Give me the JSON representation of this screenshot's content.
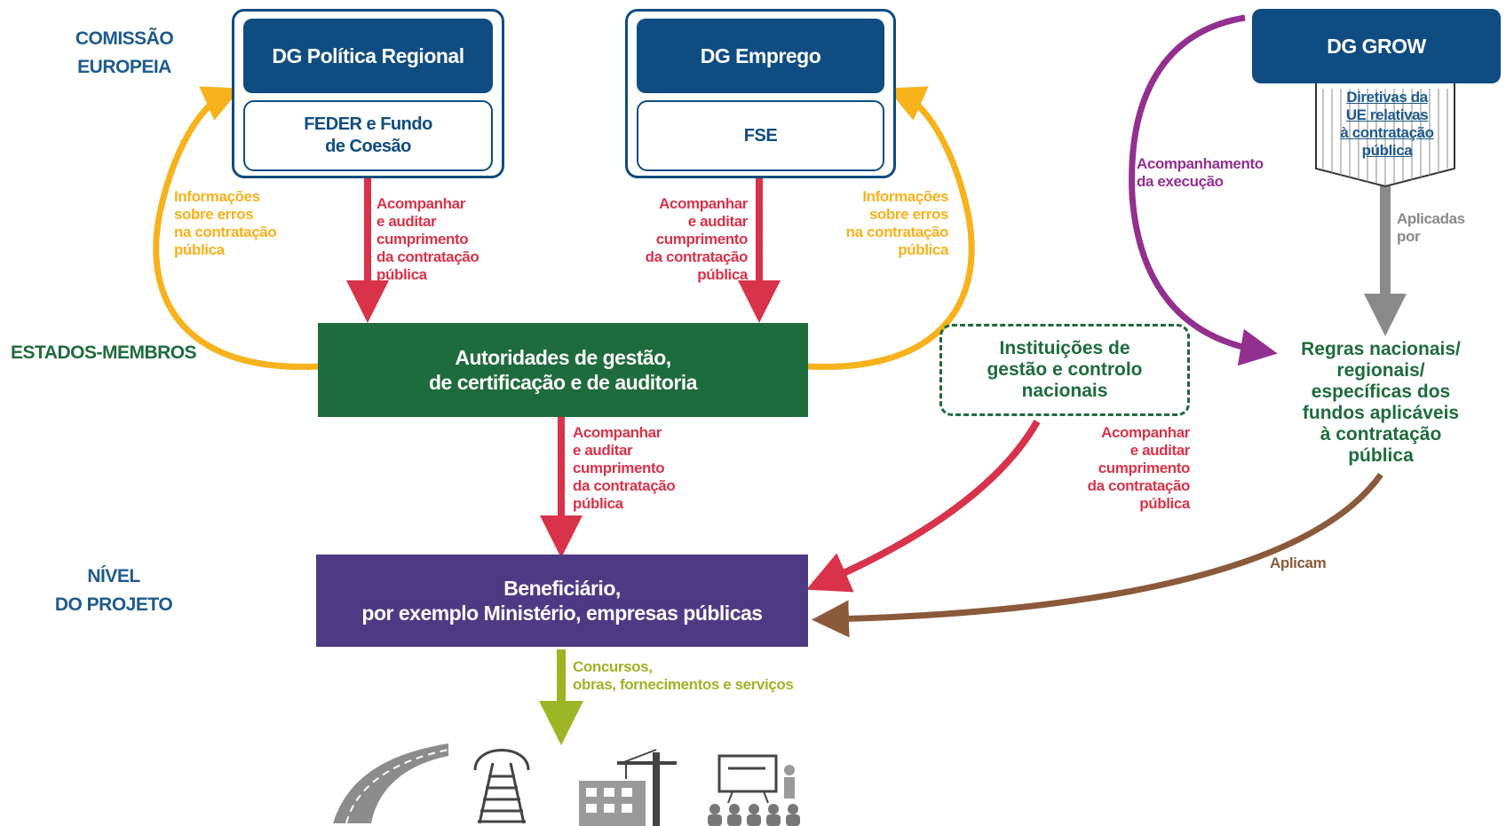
{
  "levels": {
    "commission": "COMISSÃO\nEUROPEIA",
    "member_states": "ESTADOS-MEMBROS",
    "project": "NÍVEL\nDO PROJETO"
  },
  "dg_regio": {
    "title": "DG Política Regional",
    "fund": "FEDER e Fundo\nde Coesão"
  },
  "dg_empl": {
    "title": "DG Emprego",
    "fund": "FSE"
  },
  "dg_grow": {
    "title": "DG GROW",
    "directives": "Diretivas da\nUE relativas\nà contratação\npública"
  },
  "authorities": "Autoridades de gestão,\nde certificação e de auditoria",
  "national_institutions": "Instituições de\ngestão e controlo\nnacionais",
  "national_rules": "Regras nacionais/\nregionais/\nespecíficas dos\nfundos aplicáveis\nà contratação\npública",
  "beneficiary": "Beneficiário,\npor exemplo Ministério, empresas públicas",
  "labels": {
    "info_errors_left": "Informações\nsobre erros\nna contratação\npública",
    "info_errors_right": "Informações\nsobre erros\nna contratação\npública",
    "monitor_audit_regio": "Acompanhar\ne auditar\ncumprimento\nda contratação\npública",
    "monitor_audit_empl": "Acompanhar\ne auditar\ncumprimento\nda contratação\npública",
    "monitor_audit_auth": "Acompanhar\ne auditar\ncumprimento\nda contratação\npública",
    "monitor_audit_national": "Acompanhar\ne auditar\ncumprimento\nda contratação\npública",
    "monitor_execution": "Acompanhamento\nda execução",
    "applied_by": "Aplicadas\npor",
    "apply": "Aplicam",
    "tenders": "Concursos,\nobras, fornecimentos e serviços"
  },
  "colors": {
    "navy": "#0f4c81",
    "green": "#1e6b3c",
    "purple_box": "#4e3a84",
    "red": "#d8334a",
    "orange": "#f7b21c",
    "purple": "#93308f",
    "grey": "#8a8a8a",
    "brown": "#8a5a3b",
    "olive": "#9bb525"
  },
  "icons": [
    "road-icon",
    "railway-icon",
    "building-crane-icon",
    "training-meeting-icon"
  ]
}
